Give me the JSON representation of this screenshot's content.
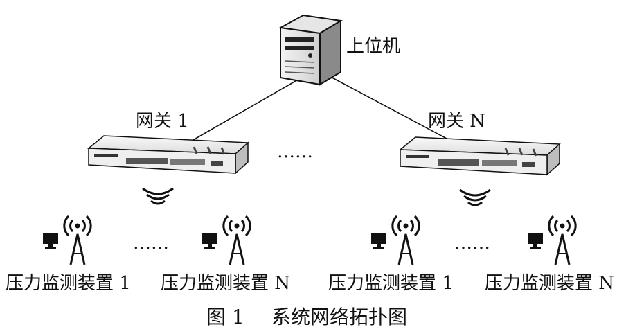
{
  "host": {
    "label": "上位机"
  },
  "gateways": [
    {
      "label": "网关 1"
    },
    {
      "label": "网关 N"
    }
  ],
  "ellipsis": "……",
  "devices": [
    {
      "label": "压力监测装置 1"
    },
    {
      "label": "压力监测装置 N"
    },
    {
      "label": "压力监测装置 1"
    },
    {
      "label": "压力监测装置 N"
    }
  ],
  "caption": {
    "number": "图 1",
    "title": "系统网络拓扑图"
  }
}
